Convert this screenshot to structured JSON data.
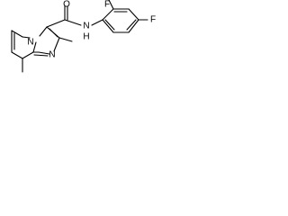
{
  "atoms": {
    "ring_n": "N",
    "ring_n_bridge": "N",
    "carbonyl_o": "O",
    "amide_n": "N",
    "amide_h": "H",
    "fluorine_ortho": "F",
    "fluorine_para": "F"
  },
  "colors": {
    "bond": "#000000",
    "label": "#000000",
    "background": "#ffffff"
  }
}
